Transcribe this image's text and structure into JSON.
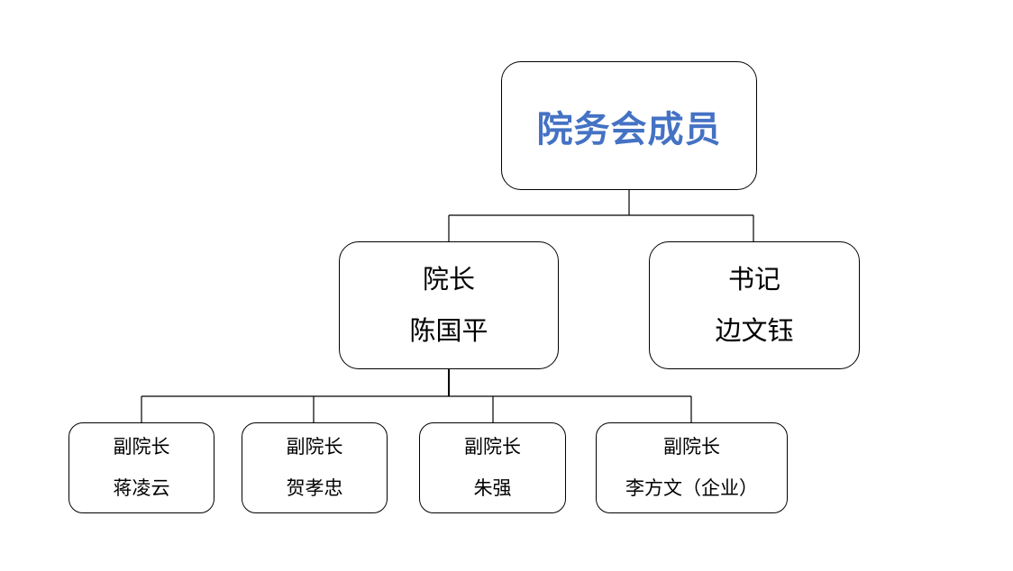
{
  "diagram": {
    "root": {
      "title": "院务会成员",
      "title_color": "#4472c4"
    },
    "level1": [
      {
        "role": "院长",
        "name": "陈国平"
      },
      {
        "role": "书记",
        "name": "边文钰"
      }
    ],
    "level2": [
      {
        "role": "副院长",
        "name": "蒋凌云"
      },
      {
        "role": "副院长",
        "name": "贺孝忠"
      },
      {
        "role": "副院长",
        "name": "朱强"
      },
      {
        "role": "副院长",
        "name": "李方文（企业）"
      }
    ],
    "colors": {
      "line": "#000000",
      "box_border": "#000000",
      "background": "#ffffff"
    }
  }
}
